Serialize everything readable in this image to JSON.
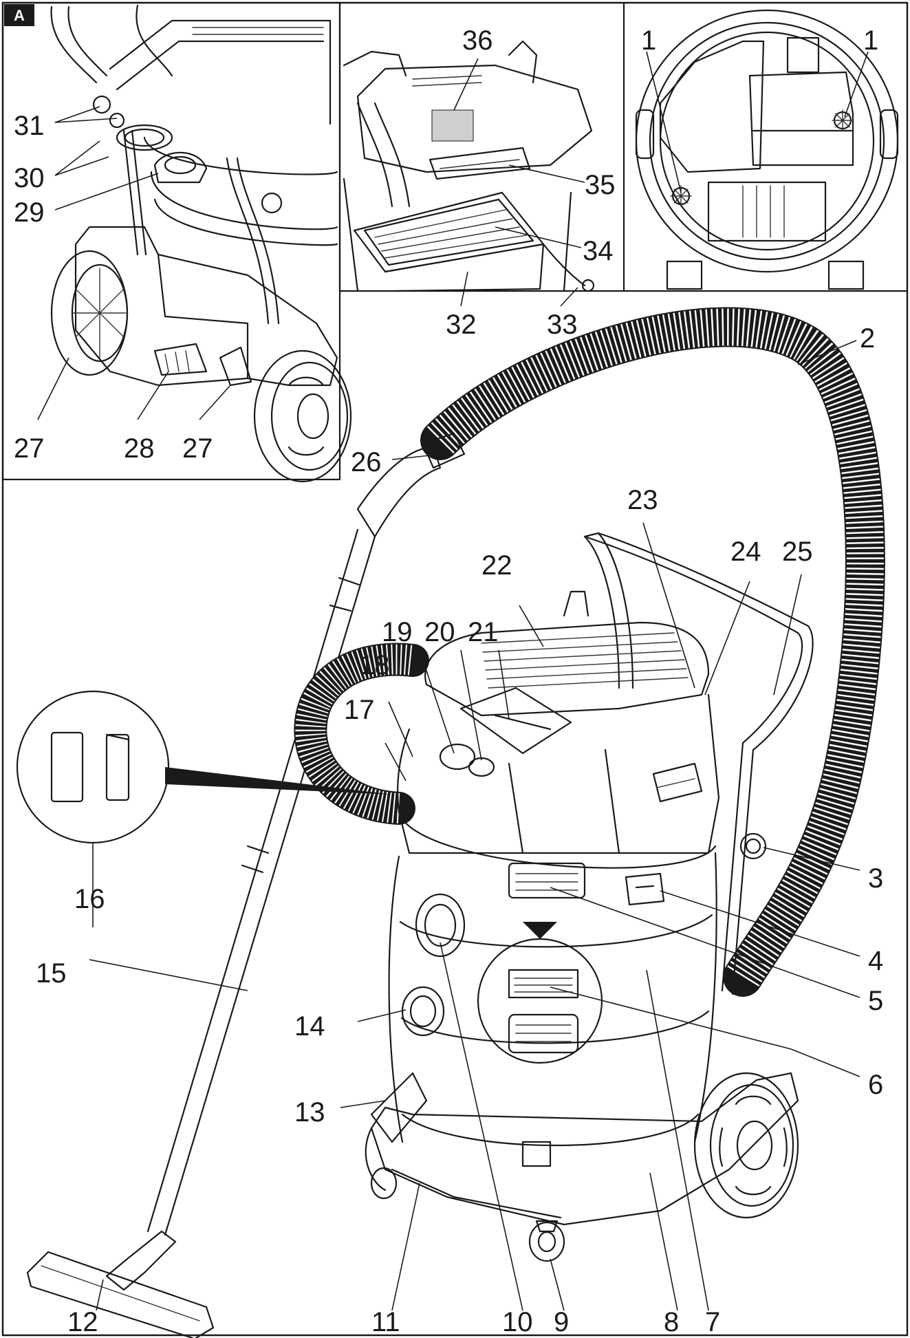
{
  "figure": {
    "badge": "A",
    "callouts": {
      "c1a": "1",
      "c1b": "1",
      "c2": "2",
      "c3": "3",
      "c4": "4",
      "c5": "5",
      "c6": "6",
      "c7": "7",
      "c8": "8",
      "c9": "9",
      "c10": "10",
      "c11": "11",
      "c12": "12",
      "c13": "13",
      "c14": "14",
      "c15": "15",
      "c16": "16",
      "c17": "17",
      "c18": "18",
      "c19": "19",
      "c20": "20",
      "c21": "21",
      "c22": "22",
      "c23": "23",
      "c24": "24",
      "c25": "25",
      "c26": "26",
      "c27a": "27",
      "c27b": "27",
      "c28": "28",
      "c29": "29",
      "c30": "30",
      "c31": "31",
      "c32": "32",
      "c33": "33",
      "c34": "34",
      "c35": "35",
      "c36": "36"
    }
  },
  "colors": {
    "line": "#1a1a1a",
    "badge": "#1a1a1a",
    "background": "#ffffff"
  }
}
